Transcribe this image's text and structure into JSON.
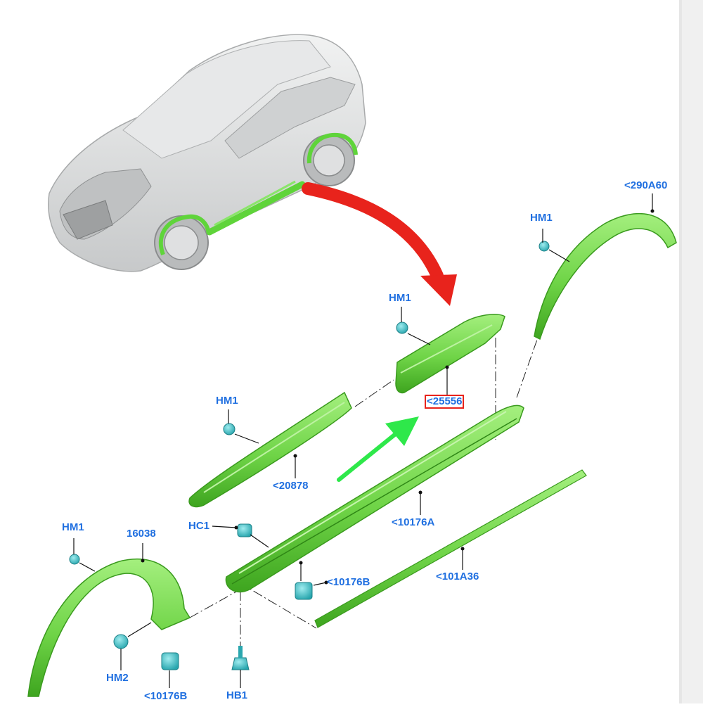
{
  "colors": {
    "part_green": "#74d84e",
    "part_dark": "#3ea51f",
    "clip_teal": "#3fc1c9",
    "label_blue": "#1f6fe0",
    "arrow_red": "#e8231c",
    "arrow_green": "#2ee84a",
    "selection_red": "#e8231c",
    "car_grey": "#d9dadb"
  },
  "labels": {
    "hm1_rear_arch": "HM1",
    "rear_arch": "<290A60",
    "hm1_rear_molding": "HM1",
    "rear_door_molding": "<25556",
    "hm1_front_molding": "HM1",
    "front_door_molding": "<20878",
    "rocker_panel": "<10176A",
    "rocker_clip": "<10176B",
    "rocker_trim": "<101A36",
    "hc1": "HC1",
    "hm1_front_arch": "HM1",
    "front_arch": "16038",
    "hm2": "HM2",
    "front_clip": "<10176B",
    "hb1": "HB1"
  }
}
